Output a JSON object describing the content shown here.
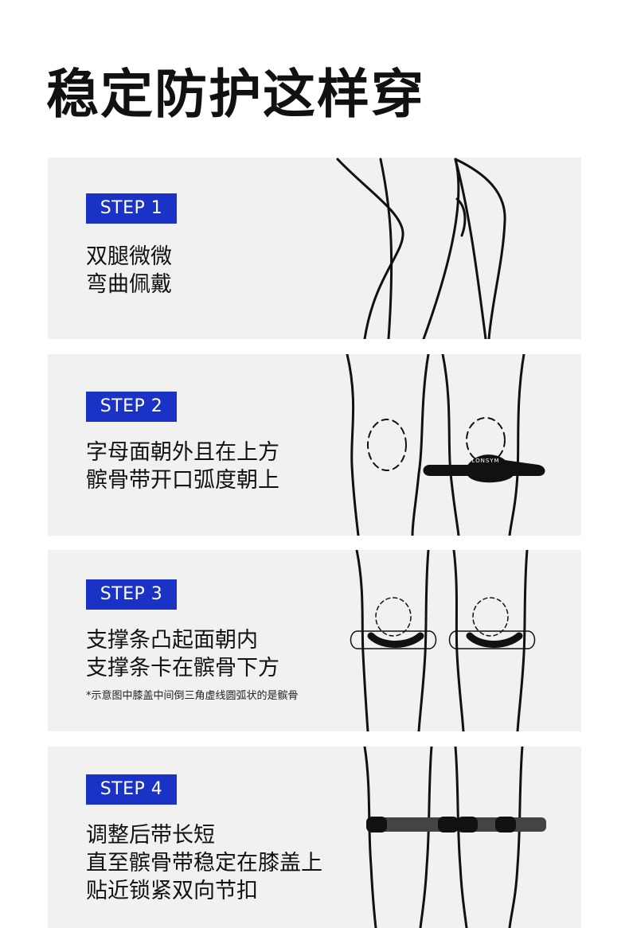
{
  "title": "稳定防护这样穿",
  "accent_color": "#1a32c6",
  "steps": [
    {
      "badge": "STEP 1",
      "lines": [
        "双腿微微",
        "弯曲佩戴"
      ],
      "illustration": "bent-legs-side-view"
    },
    {
      "badge": "STEP 2",
      "lines": [
        "字母面朝外且在上方",
        "髌骨带开口弧度朝上"
      ],
      "strap_logo": "LONSYM",
      "illustration": "knees-with-strap"
    },
    {
      "badge": "STEP 3",
      "lines": [
        "支撑条凸起面朝内",
        "支撑条卡在髌骨下方"
      ],
      "note": "*示意图中膝盖中间倒三角虚线圆弧状的是髌骨",
      "illustration": "knees-with-support-bar"
    },
    {
      "badge": "STEP 4",
      "lines": [
        "调整后带长短",
        "直至髌骨带稳定在膝盖上",
        "贴近锁紧双向节扣"
      ],
      "illustration": "knees-with-fastened-straps"
    }
  ]
}
